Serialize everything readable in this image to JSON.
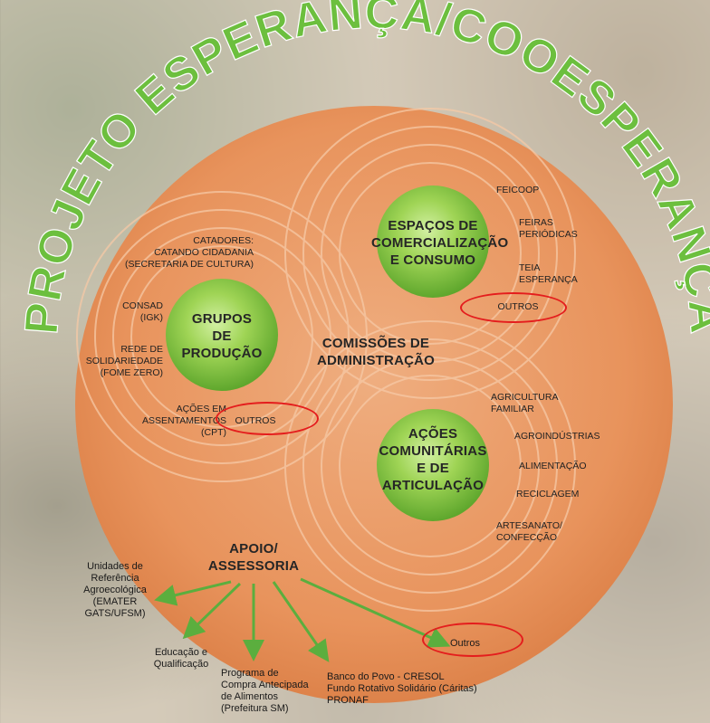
{
  "title": "PROJETO ESPERANÇA/COOESPERANÇA",
  "nodes": {
    "espacos": [
      "ESPAÇOS DE",
      "COMERCIALIZAÇÃO",
      "E CONSUMO"
    ],
    "grupos": [
      "GRUPOS",
      "DE",
      "PRODUÇÃO"
    ],
    "comissoes": [
      "COMISSÕES DE",
      "ADMINISTRAÇÃO"
    ],
    "acoes": [
      "AÇÕES",
      "COMUNITÁRIAS",
      "E DE",
      "ARTICULAÇÃO"
    ],
    "apoio": [
      "APOIO/",
      "ASSESSORIA"
    ]
  },
  "espacos_items": {
    "feicoop": "FEICOOP",
    "feiras": "FEIRAS\nPERIÓDICAS",
    "teia": "TEIA\nESPERANÇA",
    "outros": "OUTROS"
  },
  "grupos_items": {
    "catadores": "CATADORES:\nCATANDO CIDADANIA\n(SECRETARIA DE CULTURA)",
    "consad": "CONSAD\n(IGK)",
    "rede": "REDE DE\nSOLIDARIEDADE\n(FOME ZERO)",
    "acoes_assentamentos": "AÇÕES EM\nASSENTAMENTOS\n(CPT)",
    "outros": "OUTROS"
  },
  "acoes_items": {
    "agricultura": "AGRICULTURA\nFAMILIAR",
    "agroindustrias": "AGROINDÚSTRIAS",
    "alimentacao": "ALIMENTAÇÃO",
    "reciclagem": "RECICLAGEM",
    "artesanato": "ARTESANATO/\nCONFECÇÃO"
  },
  "apoio_items": {
    "unidades": "Unidades de\nReferência\nAgroecológica\n(EMATER\nGATS/UFSM)",
    "educacao": "Educação e\nQualificação",
    "programa": "Programa de\nCompra Antecipada\nde Alimentos\n(Prefeitura SM)",
    "banco": "Banco do Povo - CRESOL\nFundo Rotativo Solidário (Cáritas)\nPRONAF",
    "outros": "Outros"
  },
  "colors": {
    "title_green": "#6cbf3e",
    "orange_circle": "#e8935c",
    "node_green": "#9fd455",
    "highlight_red": "#e41d1d",
    "arrow_green": "#5bae3e"
  }
}
